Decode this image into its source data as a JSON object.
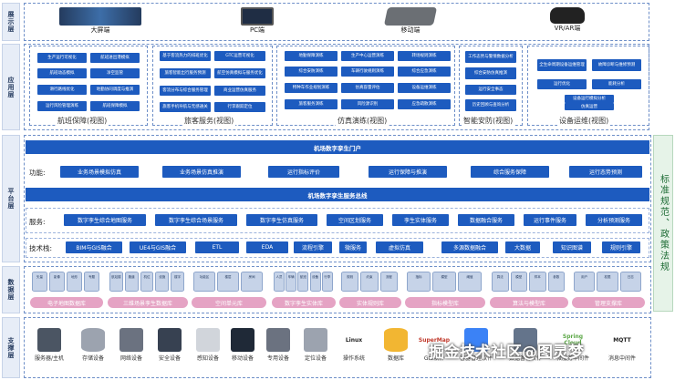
{
  "layers": {
    "display": "展示层",
    "application": "应用层",
    "platform": "平台层",
    "data": "数据层",
    "support": "支撑层"
  },
  "right_bar": "标准规范、政策法规",
  "clients": [
    "大屏端",
    "PC端",
    "移动端",
    "VR/AR端"
  ],
  "app_groups": [
    {
      "caption": "航班保障(视图)",
      "items": [
        "生产运行可视化",
        "航班进出港模拟",
        "航班动态模拟",
        "净空监管",
        "滑行路线优化",
        "地勤协同调度与推演",
        "运行风险管理演练",
        "航班保障模拟"
      ]
    },
    {
      "caption": "旅客服务(视图)",
      "items": [
        "基于客流热力的排班优化",
        "GTC运营可视化",
        "旅客智能出行服务预测",
        "航空仿真模拟与服务优化",
        "客流分布与综合服务管理",
        "商业运营仿真服务",
        "旅客手机导航与无感通关",
        "行李跟踪定位"
      ]
    },
    {
      "caption": "仿真演练(视图)",
      "items": [
        "地勤保障演练",
        "生产中心运营演练",
        "转场规则演练",
        "综合安防演练",
        "车辆行驶规则演练",
        "综合应急演练",
        "特种车作业规划演练",
        "仿真容量评估",
        "设备运维演练",
        "旅客服务演练",
        "风险源识别",
        "应急疏散演练"
      ]
    },
    {
      "caption": "智能安防(视图)",
      "items": [
        "工作态势与警情数据分析",
        "综合安防仿真推演",
        "运行安全事态",
        "历史回顾与查询分析"
      ]
    },
    {
      "caption": "设备运维(视图)",
      "items": [
        "全生命周期设备运维管理",
        "故障诊断与维修预测",
        "运行优化",
        "能耗分析",
        "设备运行模拟分析",
        "仿真运营"
      ]
    }
  ],
  "platform": {
    "portal_title": "机场数字孪生门户",
    "func_label": "功能:",
    "functions": [
      "业务场景模拟仿真",
      "业务场景仿真推演",
      "运行指标评价",
      "运行保障与推演",
      "综合服务保障",
      "运行态势预测"
    ],
    "bus_title": "机场数字孪生服务总线",
    "service_label": "服务:",
    "services": [
      "数字孪生综合地图服务",
      "数字孪生综合场景服务",
      "数字孪生仿真服务",
      "空间区划服务",
      "孪生实体服务",
      "数据融合服务",
      "运行事件服务",
      "分析预测服务"
    ],
    "tech_label": "技术栈:",
    "tech": [
      "BIM与GIS融合",
      "UE4与GIS融合",
      "ETL",
      "EDA",
      "流程引擎",
      "微服务",
      "虚拟仿真",
      "多源数据融合",
      "大数据",
      "知识图谱",
      "规则引擎"
    ]
  },
  "databases": [
    {
      "label": "电子地图数据库",
      "cyls": [
        "矢量",
        "影像",
        "地形",
        "专题"
      ]
    },
    {
      "label": "三维场景孪生数据库",
      "cyls": [
        "航站楼",
        "跑道",
        "机位",
        "设施",
        "楼宇"
      ]
    },
    {
      "label": "空间单元库",
      "cyls": [
        "功能区",
        "楼层",
        "房间"
      ]
    },
    {
      "label": "数字孪生实体库",
      "cyls": [
        "人员",
        "车辆",
        "航班",
        "设备",
        "行李"
      ]
    },
    {
      "label": "实体规则库",
      "cyls": [
        "规则",
        "约束",
        "流程"
      ]
    },
    {
      "label": "指标模型库",
      "cyls": [
        "指标",
        "模型",
        "阈值"
      ]
    },
    {
      "label": "算法与模型库",
      "cyls": [
        "算法",
        "模型",
        "样本",
        "参数"
      ]
    },
    {
      "label": "管理支撑库",
      "cyls": [
        "用户",
        "权限",
        "日志"
      ]
    }
  ],
  "support": [
    {
      "label": "服务器/主机",
      "icon": "server-icon"
    },
    {
      "label": "存储设备",
      "icon": "storage-icon"
    },
    {
      "label": "网络设备",
      "icon": "network-icon"
    },
    {
      "label": "安全设备",
      "icon": "security-icon"
    },
    {
      "label": "感知设备",
      "icon": "sensor-icon"
    },
    {
      "label": "移动设备",
      "icon": "mobile-icon"
    },
    {
      "label": "专用设备",
      "icon": "special-device-icon"
    },
    {
      "label": "定位设备",
      "icon": "positioning-icon"
    },
    {
      "label": "操作系统",
      "icon": "linux-icon"
    },
    {
      "label": "数据库",
      "icon": "database-icon"
    },
    {
      "label": "GIS软件",
      "icon": "gis-icon"
    },
    {
      "label": "容器管理软件",
      "icon": "container-icon"
    },
    {
      "label": "数据备份软件",
      "icon": "backup-icon"
    },
    {
      "label": "微服务中间件",
      "icon": "spring-cloud-icon"
    },
    {
      "label": "消息中间件",
      "icon": "mqtt-icon"
    }
  ],
  "support_logos": {
    "linux": "Linux",
    "supermap": "SuperMap",
    "spring": "Spring Cloud",
    "mqtt": "MQTT"
  },
  "watermark": "掘金技术社区@图灵梦"
}
